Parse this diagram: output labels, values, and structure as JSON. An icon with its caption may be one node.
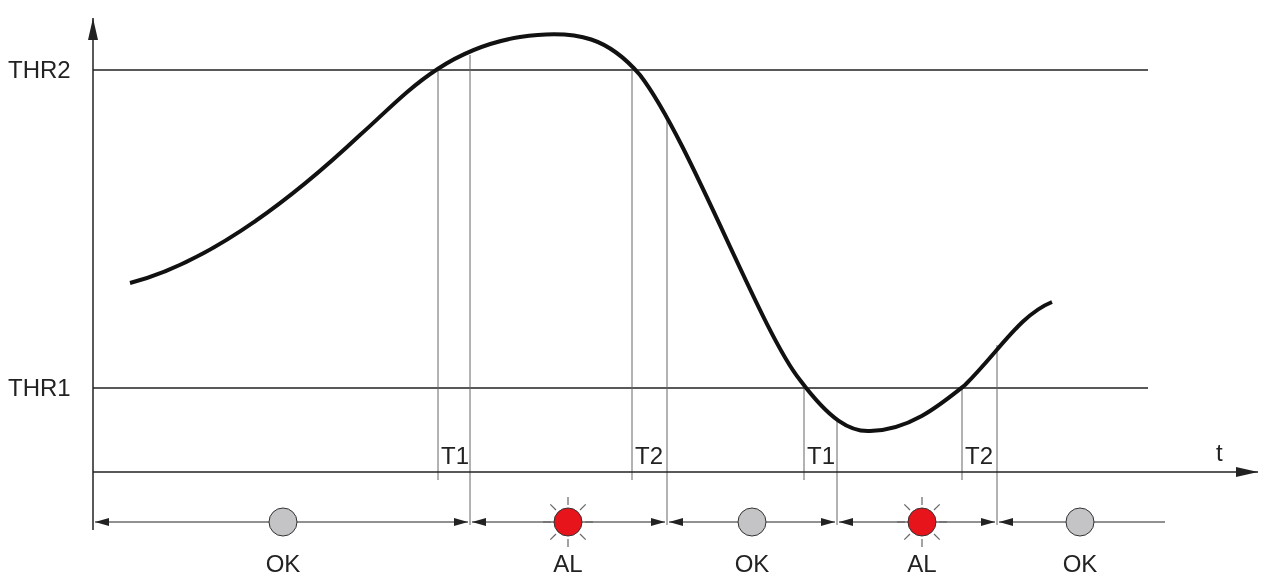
{
  "diagram": {
    "labels": [
      "THR2",
      "THR1",
      "T1",
      "T2",
      "T1",
      "T2",
      "t",
      "OK",
      "AL",
      "OK",
      "AL",
      "OK"
    ]
  }
}
